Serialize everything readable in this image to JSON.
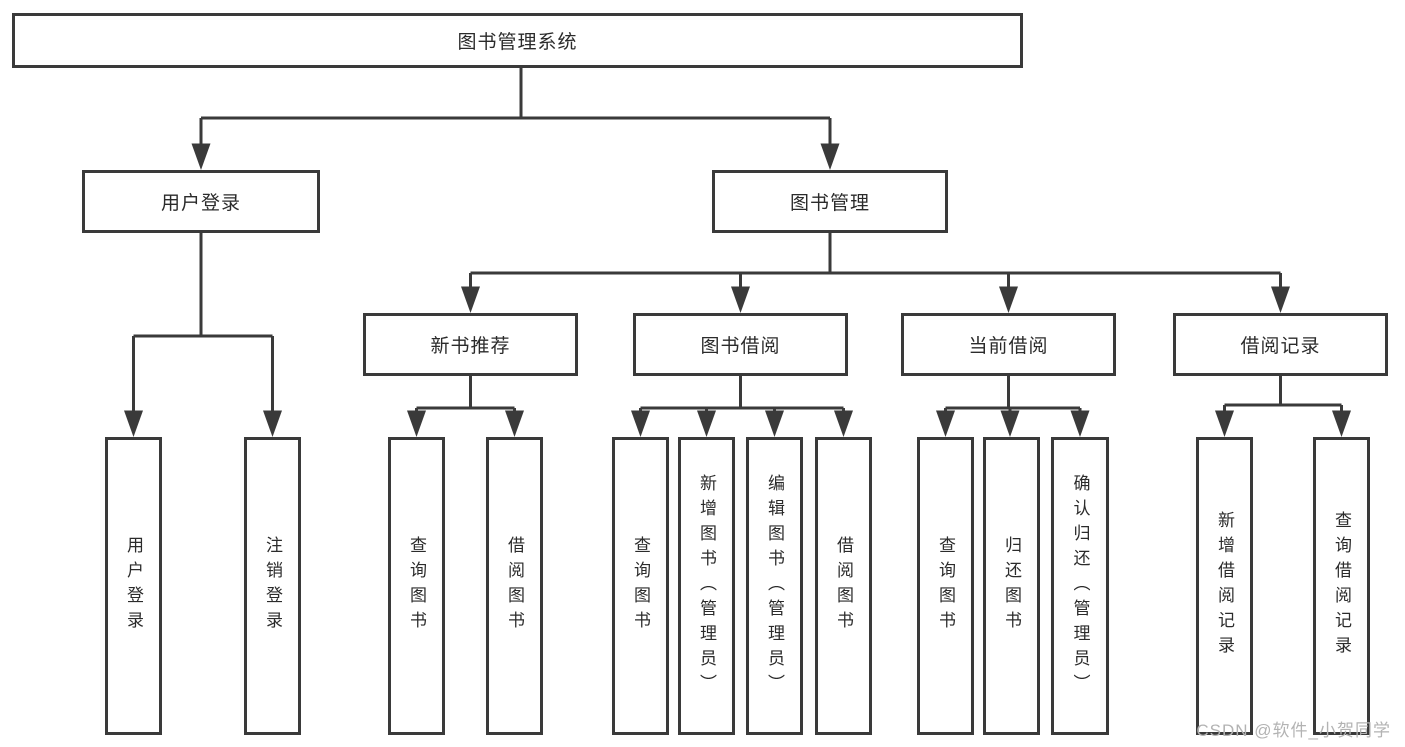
{
  "tree": {
    "root": {
      "label": "图书管理系统",
      "children": [
        {
          "label": "用户登录",
          "children": [
            {
              "label": "用户登录"
            },
            {
              "label": "注销登录"
            }
          ]
        },
        {
          "label": "图书管理",
          "children": [
            {
              "label": "新书推荐",
              "children": [
                {
                  "label": "查询图书"
                },
                {
                  "label": "借阅图书"
                }
              ]
            },
            {
              "label": "图书借阅",
              "children": [
                {
                  "label": "查询图书"
                },
                {
                  "label": "新增图书（管理员）"
                },
                {
                  "label": "编辑图书（管理员）"
                },
                {
                  "label": "借阅图书"
                }
              ]
            },
            {
              "label": "当前借阅",
              "children": [
                {
                  "label": "查询图书"
                },
                {
                  "label": "归还图书"
                },
                {
                  "label": "确认归还（管理员）"
                }
              ]
            },
            {
              "label": "借阅记录",
              "children": [
                {
                  "label": "新增借阅记录"
                },
                {
                  "label": "查询借阅记录"
                }
              ]
            }
          ]
        }
      ]
    }
  },
  "watermark": "CSDN @软件_小贺同学",
  "colors": {
    "line": "#3a3a3a",
    "text": "#2b2b2b",
    "background": "#ffffff",
    "watermark": "#b3b3b3"
  }
}
